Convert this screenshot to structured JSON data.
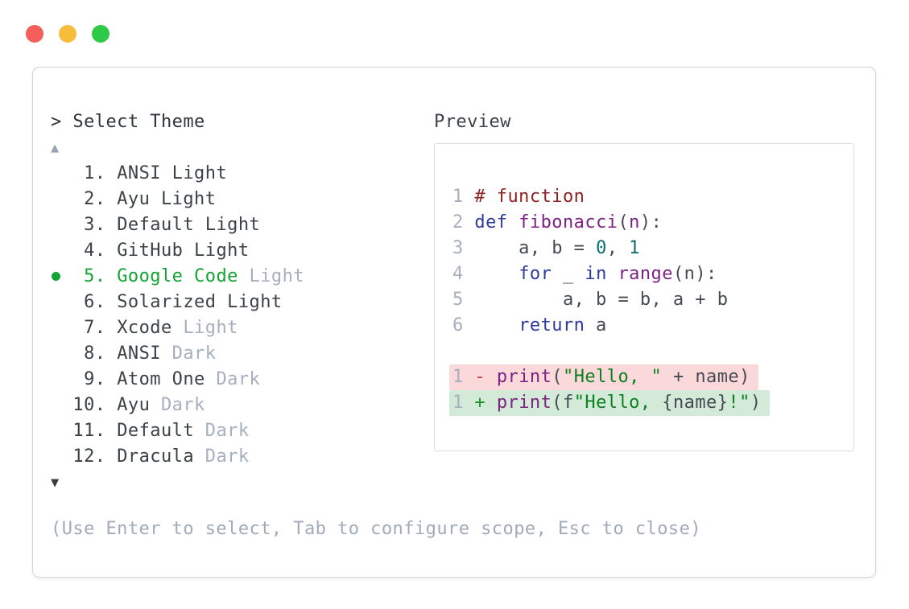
{
  "window": {
    "traffic_lights": [
      {
        "name": "close",
        "color": "#f45f5a"
      },
      {
        "name": "minimize",
        "color": "#f6bd3a"
      },
      {
        "name": "zoom",
        "color": "#2ec946"
      }
    ]
  },
  "picker": {
    "prompt": "> Select Theme",
    "scroll_up_icon": "▲",
    "scroll_down_icon": "▼",
    "selected_dot_icon": "circle-dot",
    "items": [
      {
        "num": "1.",
        "name": "ANSI Light",
        "suffix": "",
        "selected": false
      },
      {
        "num": "2.",
        "name": "Ayu Light",
        "suffix": "",
        "selected": false
      },
      {
        "num": "3.",
        "name": "Default Light",
        "suffix": "",
        "selected": false
      },
      {
        "num": "4.",
        "name": "GitHub Light",
        "suffix": "",
        "selected": false
      },
      {
        "num": "5.",
        "name": "Google Code",
        "suffix": " Light",
        "selected": true
      },
      {
        "num": "6.",
        "name": "Solarized Light",
        "suffix": "",
        "selected": false
      },
      {
        "num": "7.",
        "name": "Xcode",
        "suffix": " Light",
        "selected": false
      },
      {
        "num": "8.",
        "name": "ANSI",
        "suffix": " Dark",
        "selected": false
      },
      {
        "num": "9.",
        "name": "Atom One",
        "suffix": " Dark",
        "selected": false
      },
      {
        "num": "10.",
        "name": "Ayu",
        "suffix": " Dark",
        "selected": false
      },
      {
        "num": "11.",
        "name": "Default",
        "suffix": " Dark",
        "selected": false
      },
      {
        "num": "12.",
        "name": "Dracula",
        "suffix": " Dark",
        "selected": false
      }
    ],
    "hint": "(Use Enter to select, Tab to configure scope, Esc to close)"
  },
  "preview": {
    "label": "Preview",
    "lines": [
      {
        "type": "code",
        "ln": "1",
        "tokens": [
          [
            "cm",
            "# function"
          ]
        ]
      },
      {
        "type": "code",
        "ln": "2",
        "tokens": [
          [
            "kw",
            "def"
          ],
          [
            "pl",
            " "
          ],
          [
            "fn",
            "fibonacci"
          ],
          [
            "pl",
            "("
          ],
          [
            "fn",
            "n"
          ],
          [
            "pl",
            "):"
          ]
        ]
      },
      {
        "type": "code",
        "ln": "3",
        "tokens": [
          [
            "pl",
            "    a, b = "
          ],
          [
            "nu",
            "0"
          ],
          [
            "pl",
            ", "
          ],
          [
            "nu",
            "1"
          ]
        ]
      },
      {
        "type": "code",
        "ln": "4",
        "tokens": [
          [
            "pl",
            "    "
          ],
          [
            "kw",
            "for"
          ],
          [
            "pl",
            " _ "
          ],
          [
            "kw",
            "in"
          ],
          [
            "pl",
            " "
          ],
          [
            "fn",
            "range"
          ],
          [
            "pl",
            "(n):"
          ]
        ]
      },
      {
        "type": "code",
        "ln": "5",
        "tokens": [
          [
            "pl",
            "        a, b = b, a + b"
          ]
        ]
      },
      {
        "type": "code",
        "ln": "6",
        "tokens": [
          [
            "pl",
            "    "
          ],
          [
            "kw",
            "return"
          ],
          [
            "pl",
            " a"
          ]
        ]
      },
      {
        "type": "blank"
      },
      {
        "type": "diff",
        "ln": "1",
        "sign": "-",
        "diff": "removed",
        "tokens": [
          [
            "fn",
            "print"
          ],
          [
            "pl",
            "("
          ],
          [
            "str",
            "\"Hello, \""
          ],
          [
            "pl",
            " + name)"
          ]
        ]
      },
      {
        "type": "diff",
        "ln": "1",
        "sign": "+",
        "diff": "added",
        "tokens": [
          [
            "fn",
            "print"
          ],
          [
            "pl",
            "(f"
          ],
          [
            "str",
            "\"Hello, "
          ],
          [
            "pl",
            "{name}"
          ],
          [
            "str",
            "!\""
          ],
          [
            "pl",
            ")"
          ]
        ]
      }
    ]
  },
  "colors": {
    "selection_green": "#13a433",
    "dim_text": "#a6afbf",
    "dark_text": "#3c4248",
    "syntax_comment": "#8e2222",
    "syntax_keyword": "#2e3a9e",
    "syntax_title": "#7d2183",
    "syntax_number": "#0a6e6e",
    "syntax_string": "#0c8020",
    "diff_removed_bg": "#fbd9da",
    "diff_added_bg": "#d2ead7",
    "diff_minus": "#c43b36",
    "diff_plus": "#169329"
  }
}
